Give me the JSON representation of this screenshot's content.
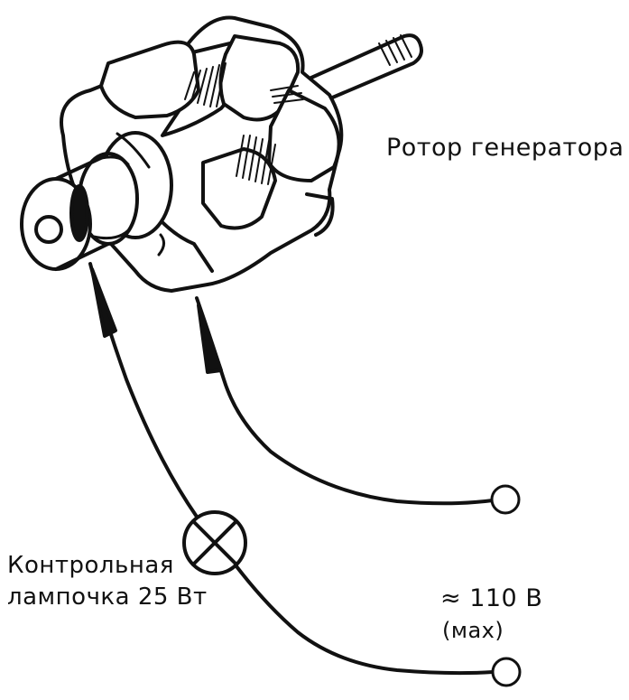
{
  "labels": {
    "rotor": "Ротор генератора",
    "lamp_line1": "Контрольная",
    "lamp_line2": "лампочка 25 Вт",
    "voltage": "≈ 110 В",
    "voltage_note": "(мах)"
  }
}
